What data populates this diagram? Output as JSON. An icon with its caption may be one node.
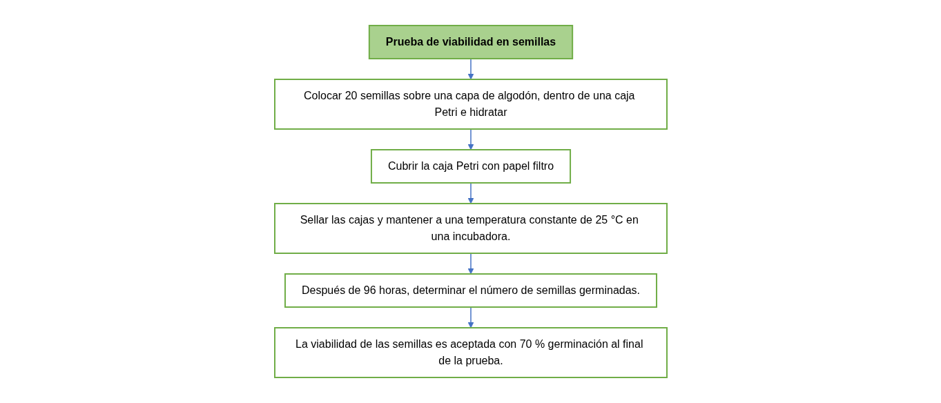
{
  "diagram": {
    "nodes": [
      {
        "text": [
          "Prueba de viabilidad en semillas"
        ]
      },
      {
        "text": [
          "Colocar 20 semillas sobre una capa de algodón, dentro de una caja Petri e hidratar"
        ]
      },
      {
        "text": [
          "Cubrir la caja Petri con papel filtro"
        ]
      },
      {
        "text": [
          "Sellar las cajas y mantener a una temperatura constante de 25 °C en una incubadora."
        ]
      },
      {
        "text": [
          "Después de 96 horas, determinar el número de semillas germinadas."
        ]
      },
      {
        "text": [
          "La viabilidad de las semillas es aceptada con 70 % germinación al final de la prueba."
        ]
      }
    ],
    "edges": [
      {
        "from": 0,
        "to": 1,
        "arrow": "to"
      },
      {
        "from": 1,
        "to": 2,
        "arrow": "to"
      },
      {
        "from": 2,
        "to": 3,
        "arrow": "to"
      },
      {
        "from": 3,
        "to": 4,
        "arrow": "to"
      },
      {
        "from": 4,
        "to": 5,
        "arrow": "to"
      }
    ]
  }
}
